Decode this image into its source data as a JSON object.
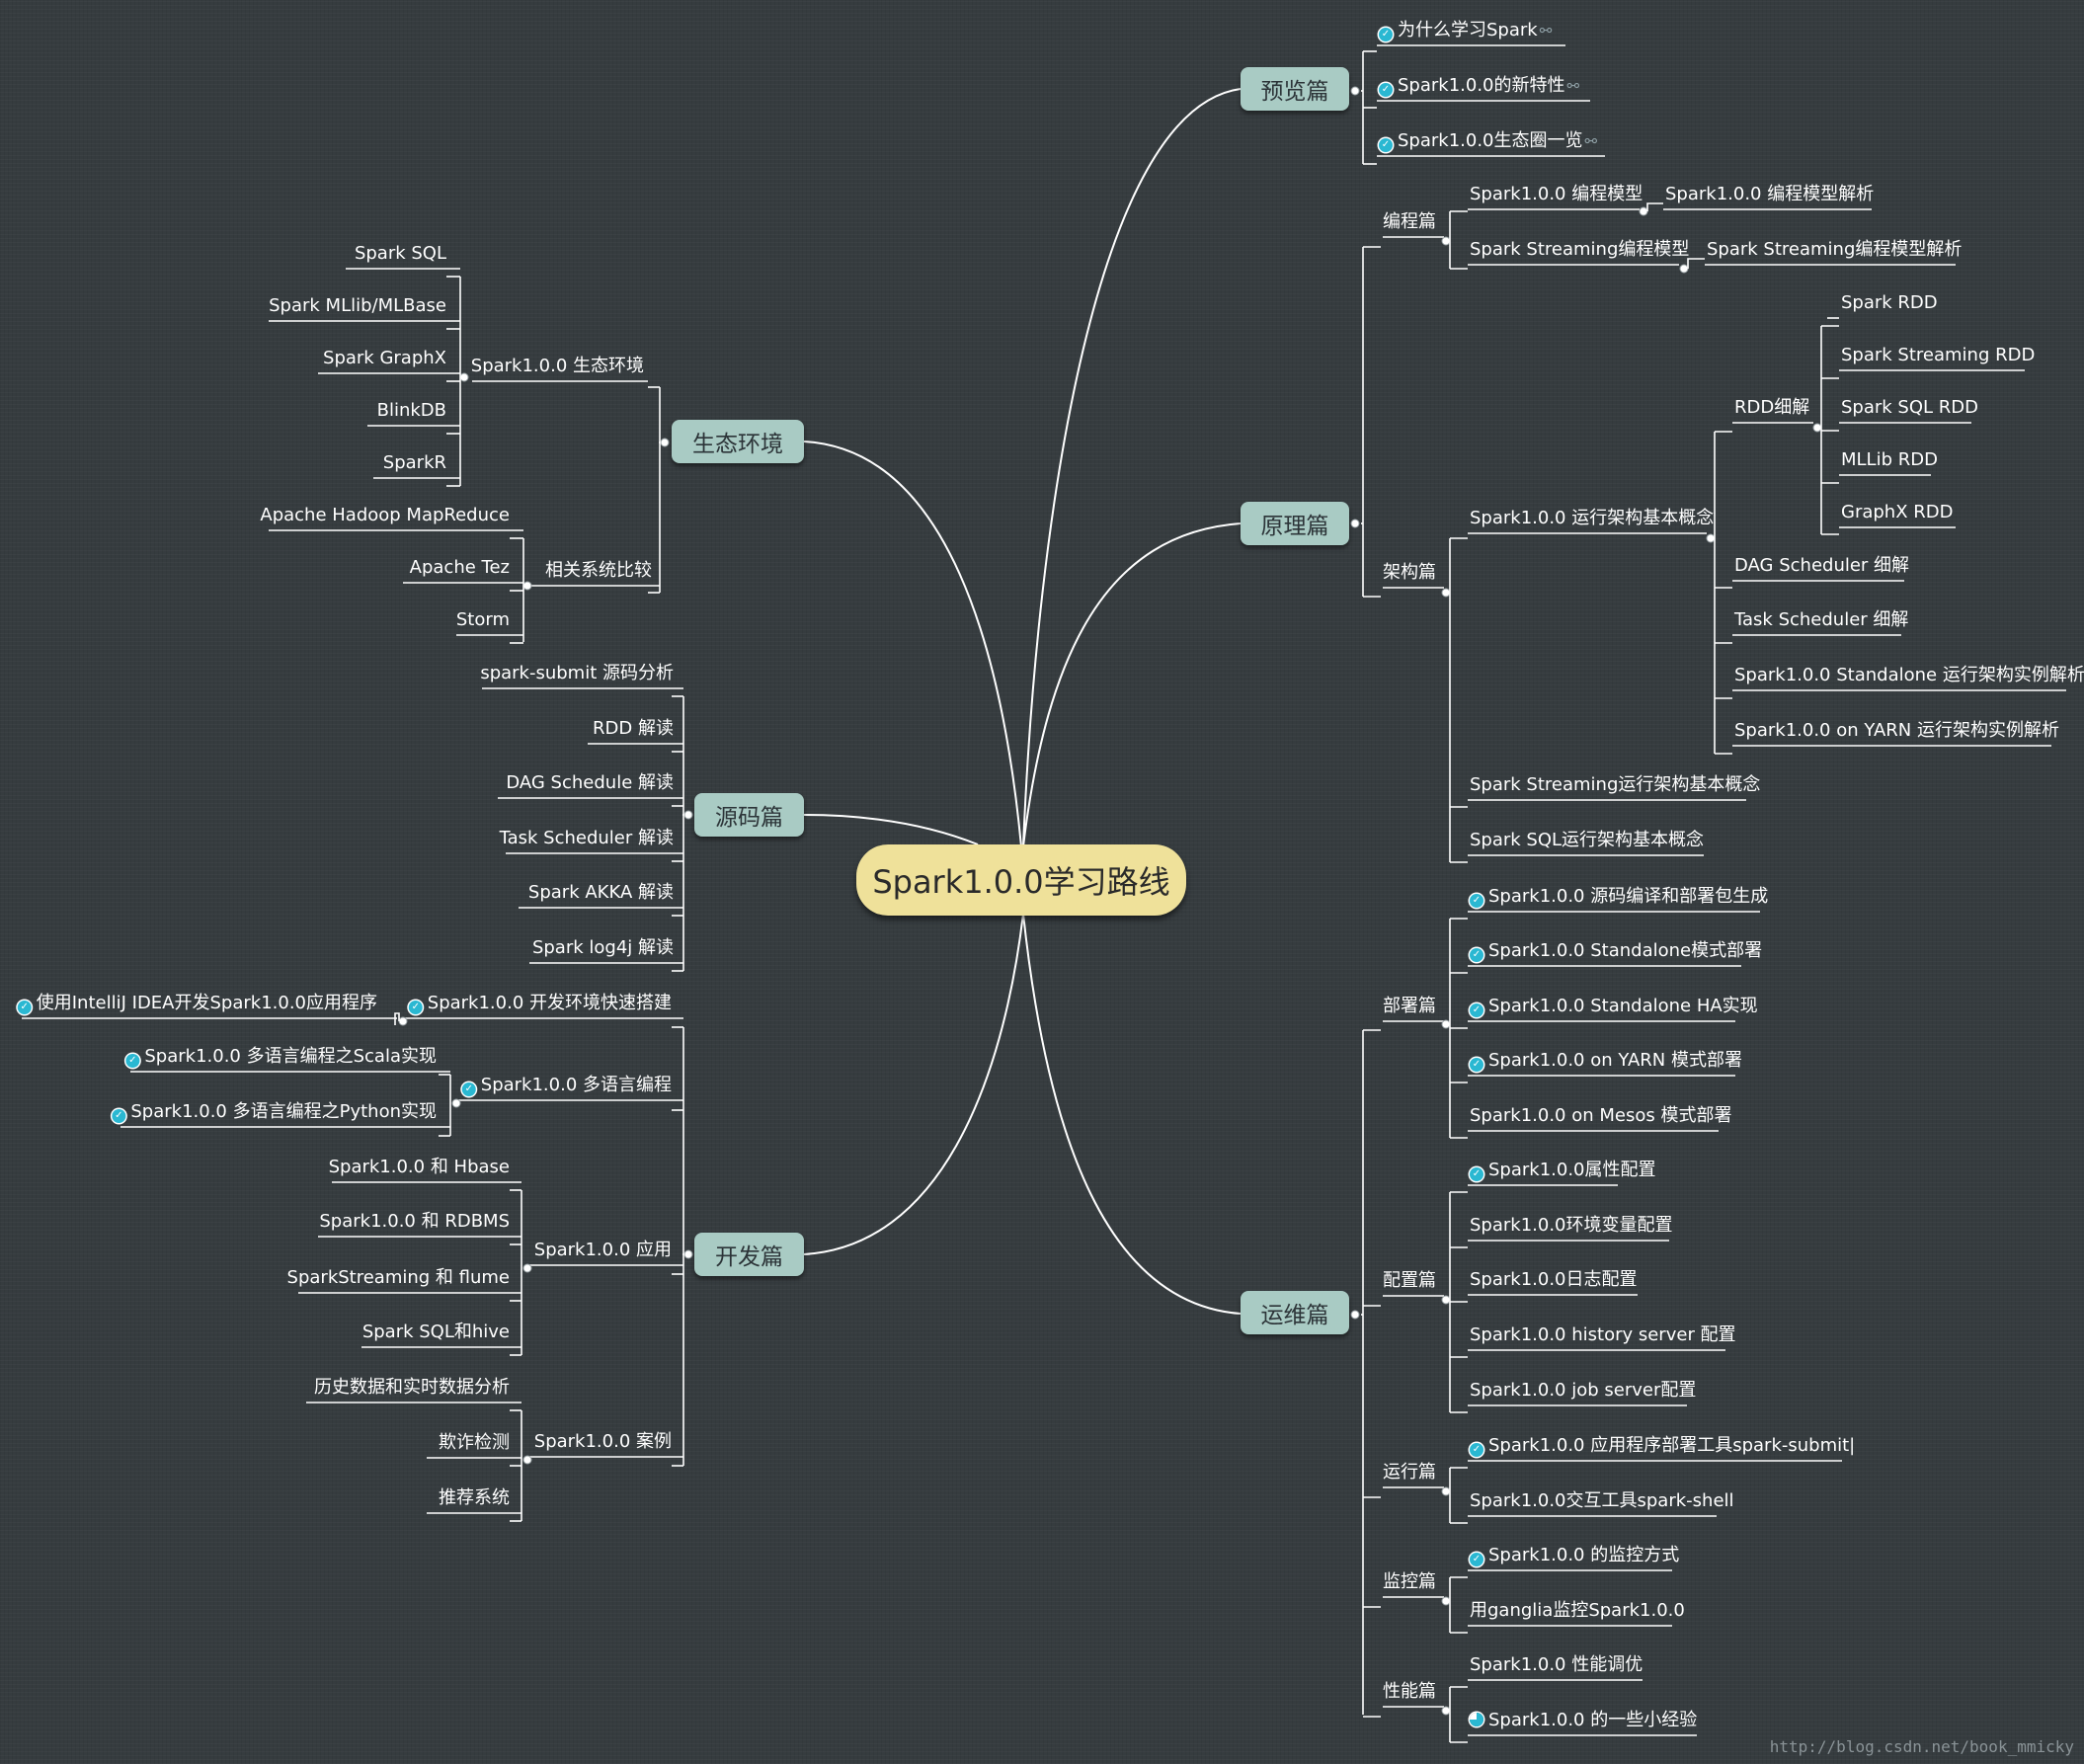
{
  "central": "Spark1.0.0学习路线",
  "watermark": "http://blog.csdn.net/book_mmicky",
  "topics": {
    "preview": "预览篇",
    "principle": "原理篇",
    "ops": "运维篇",
    "eco": "生态环境",
    "source": "源码篇",
    "dev": "开发篇"
  },
  "preview": [
    "为什么学习Spark",
    "Spark1.0.0的新特性",
    "Spark1.0.0生态圈一览"
  ],
  "principle": {
    "programming": {
      "label": "编程篇",
      "items": [
        "Spark1.0.0 编程模型",
        "Spark Streaming编程模型"
      ],
      "details": [
        "Spark1.0.0 编程模型解析",
        "Spark Streaming编程模型解析"
      ]
    },
    "architecture": {
      "label": "架构篇",
      "runtime": "Spark1.0.0 运行架构基本概念",
      "rdd": "RDD细解",
      "rdd_items": [
        "Spark RDD",
        "Spark Streaming RDD",
        "Spark SQL RDD",
        "MLLib RDD",
        "GraphX RDD"
      ],
      "runtime_items": [
        "DAG Scheduler 细解",
        "Task Scheduler 细解",
        "Spark1.0.0 Standalone 运行架构实例解析",
        "Spark1.0.0 on YARN 运行架构实例解析"
      ],
      "others": [
        "Spark Streaming运行架构基本概念",
        "Spark SQL运行架构基本概念"
      ]
    }
  },
  "ops": {
    "deploy": {
      "label": "部署篇",
      "items": [
        "Spark1.0.0 源码编译和部署包生成",
        "Spark1.0.0 Standalone模式部署",
        "Spark1.0.0 Standalone HA实现",
        "Spark1.0.0 on YARN 模式部署",
        "Spark1.0.0 on Mesos 模式部署"
      ]
    },
    "config": {
      "label": "配置篇",
      "items": [
        "Spark1.0.0属性配置",
        "Spark1.0.0环境变量配置",
        "Spark1.0.0日志配置",
        "Spark1.0.0 history server 配置",
        "Spark1.0.0 job server配置"
      ]
    },
    "run": {
      "label": "运行篇",
      "items": [
        "Spark1.0.0 应用程序部署工具spark-submit|",
        "Spark1.0.0交互工具spark-shell"
      ]
    },
    "monitor": {
      "label": "监控篇",
      "items": [
        "Spark1.0.0 的监控方式",
        "用ganglia监控Spark1.0.0"
      ]
    },
    "perf": {
      "label": "性能篇",
      "items": [
        "Spark1.0.0 性能调优",
        "Spark1.0.0 的一些小经验"
      ]
    }
  },
  "eco": {
    "env": {
      "label": "Spark1.0.0 生态环境",
      "items": [
        "Spark SQL",
        "Spark MLlib/MLBase",
        "Spark GraphX",
        "BlinkDB",
        "SparkR"
      ]
    },
    "compare": {
      "label": "相关系统比较",
      "items": [
        "Apache Hadoop MapReduce",
        "Apache Tez",
        "Storm"
      ]
    }
  },
  "source": [
    "spark-submit 源码分析",
    "RDD 解读",
    "DAG Schedule 解读",
    "Task Scheduler 解读",
    "Spark AKKA 解读",
    "Spark log4j 解读"
  ],
  "dev": {
    "env": {
      "label": "Spark1.0.0 开发环境快速搭建",
      "items": [
        "使用IntelliJ IDEA开发Spark1.0.0应用程序"
      ]
    },
    "lang": {
      "label": "Spark1.0.0 多语言编程",
      "items": [
        "Spark1.0.0 多语言编程之Scala实现",
        "Spark1.0.0 多语言编程之Python实现"
      ]
    },
    "app": {
      "label": "Spark1.0.0 应用",
      "items": [
        "Spark1.0.0 和 Hbase",
        "Spark1.0.0 和 RDBMS",
        "SparkStreaming 和 flume",
        "Spark SQL和hive"
      ]
    },
    "case": {
      "label": "Spark1.0.0 案例",
      "items": [
        "历史数据和实时数据分析",
        "欺诈检测",
        "推荐系统"
      ]
    }
  },
  "colors": {
    "background": "#363c3f",
    "line": "#ffffff",
    "topic_fill": "#a9cbc4",
    "central_fill": "#efe19a",
    "check": "#2ab8d2"
  },
  "icons": {
    "done": "check-circle-icon",
    "partial": "half-circle-icon",
    "link": "link-icon"
  }
}
